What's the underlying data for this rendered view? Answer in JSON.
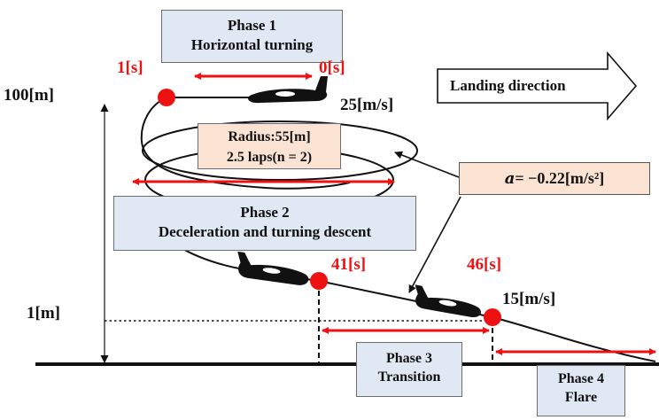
{
  "phases": {
    "phase1": {
      "name": "Phase 1",
      "desc": "Horizontal turning"
    },
    "phase2": {
      "name": "Phase 2",
      "desc": "Deceleration and turning descent"
    },
    "phase3": {
      "name": "Phase 3",
      "desc": "Transition"
    },
    "phase4": {
      "name": "Phase 4",
      "desc": "Flare"
    }
  },
  "orbit": {
    "radius": "Radius:55[m]",
    "laps": "2.5 laps(n = 2)"
  },
  "acceleration": {
    "symbol": "a",
    "value": " = −0.22[m/s²]"
  },
  "landing_direction": "Landing direction",
  "altitudes": {
    "start": "100[m]",
    "transition": "1[m]"
  },
  "times": {
    "t0": "0[s]",
    "t1": "1[s]",
    "t41": "41[s]",
    "t46": "46[s]"
  },
  "speeds": {
    "initial": "25[m/s]",
    "final": "15[m/s]"
  },
  "colors": {
    "accent": "#ee1111",
    "phase_box": "#dfe8f3",
    "param_box": "#fbe3d4"
  }
}
